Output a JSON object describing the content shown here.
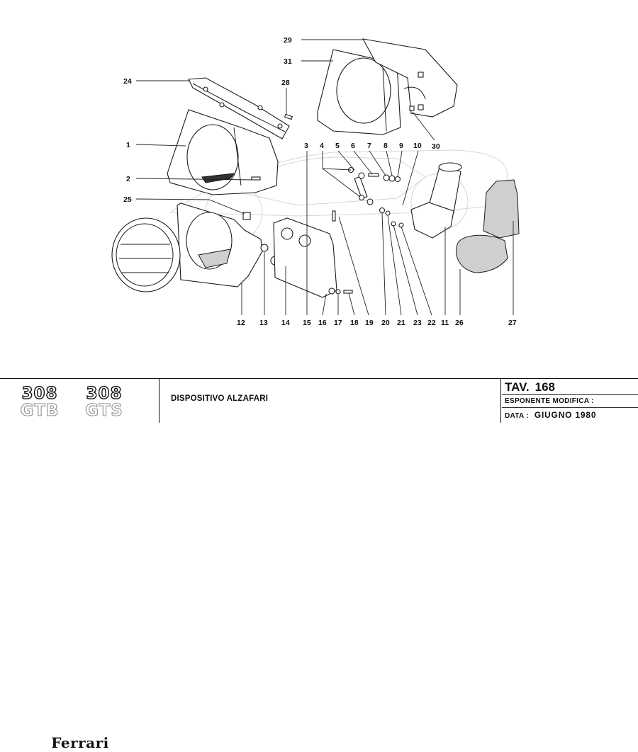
{
  "drawing": {
    "callouts": [
      {
        "id": "1",
        "label": "1"
      },
      {
        "id": "2",
        "label": "2"
      },
      {
        "id": "3",
        "label": "3"
      },
      {
        "id": "4",
        "label": "4"
      },
      {
        "id": "5",
        "label": "5"
      },
      {
        "id": "6",
        "label": "6"
      },
      {
        "id": "7",
        "label": "7"
      },
      {
        "id": "8",
        "label": "8"
      },
      {
        "id": "9",
        "label": "9"
      },
      {
        "id": "10",
        "label": "10"
      },
      {
        "id": "11",
        "label": "11"
      },
      {
        "id": "12",
        "label": "12"
      },
      {
        "id": "13",
        "label": "13"
      },
      {
        "id": "14",
        "label": "14"
      },
      {
        "id": "15",
        "label": "15"
      },
      {
        "id": "16",
        "label": "16"
      },
      {
        "id": "17",
        "label": "17"
      },
      {
        "id": "18",
        "label": "18"
      },
      {
        "id": "19",
        "label": "19"
      },
      {
        "id": "20",
        "label": "20"
      },
      {
        "id": "21",
        "label": "21"
      },
      {
        "id": "22",
        "label": "22"
      },
      {
        "id": "23",
        "label": "23"
      },
      {
        "id": "24",
        "label": "24"
      },
      {
        "id": "25",
        "label": "25"
      },
      {
        "id": "26",
        "label": "26"
      },
      {
        "id": "27",
        "label": "27"
      },
      {
        "id": "28",
        "label": "28"
      },
      {
        "id": "29",
        "label": "29"
      },
      {
        "id": "30",
        "label": "30"
      },
      {
        "id": "31",
        "label": "31"
      }
    ],
    "parts": [
      "headlamp",
      "headlamp-housing-left",
      "headlamp-housing-right",
      "housing-cover",
      "mounting-bracket",
      "support-plate",
      "lift-linkage",
      "lift-motor",
      "motor-boot",
      "rubber-boot"
    ]
  },
  "title_block": {
    "brand": "Ferrari",
    "models": [
      {
        "number": "308",
        "suffix": "GTB"
      },
      {
        "number": "308",
        "suffix": "GTS"
      }
    ],
    "description": "DISPOSITIVO ALZAFARI",
    "tav_label": "TAV.",
    "tav_number": "168",
    "esponente_label": "ESPONENTE MODIFICA :",
    "data_label": "DATA :",
    "data_value": "GIUGNO 1980"
  }
}
